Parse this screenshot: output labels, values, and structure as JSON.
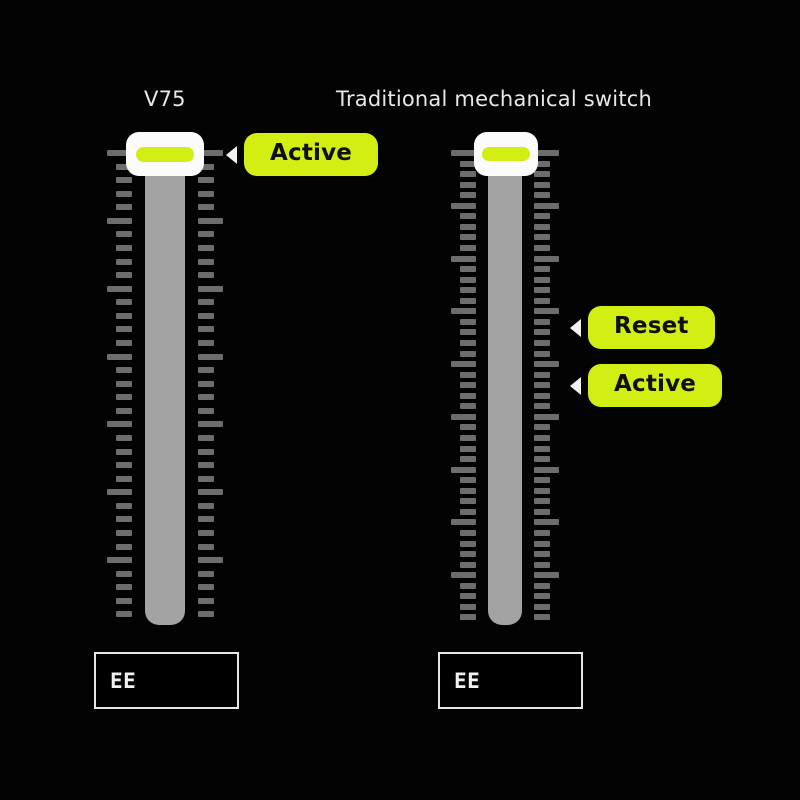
{
  "background_color": "#030303",
  "accent_color": "#d2ee12",
  "track_color": "#a3a3a3",
  "tick_color": "#6d6d6d",
  "knob_color": "#fbfbfb",
  "columns": [
    {
      "id": "v75",
      "heading": "V75",
      "knob_state": "up",
      "bottom_label": "EE",
      "ticks": {
        "count": 35,
        "major_every": 5
      },
      "callouts": [
        {
          "id": "active",
          "label": "Active"
        }
      ]
    },
    {
      "id": "traditional",
      "heading": "Traditional mechanical switch",
      "knob_state": "up",
      "bottom_label": "EE",
      "ticks": {
        "count": 45,
        "major_every": 5
      },
      "callouts": [
        {
          "id": "reset",
          "label": "Reset"
        },
        {
          "id": "active",
          "label": "Active"
        }
      ]
    }
  ]
}
